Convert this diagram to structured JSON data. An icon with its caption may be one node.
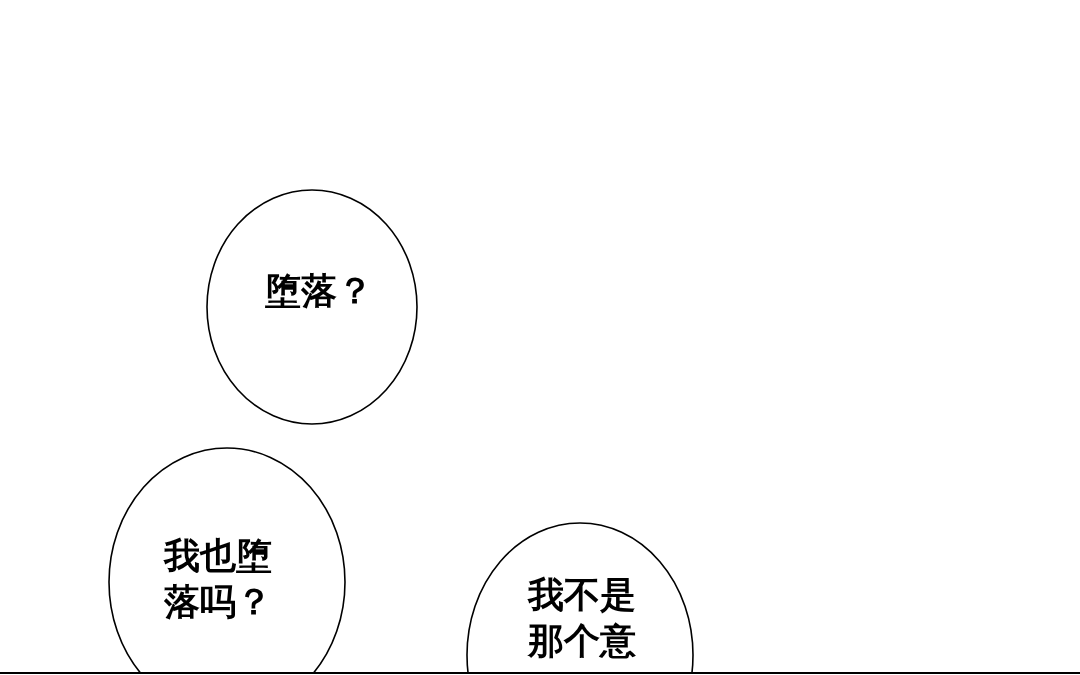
{
  "diagram": {
    "nodes": [
      {
        "text": [
          "堕落？"
        ]
      },
      {
        "text": [
          "我也堕落吗？"
        ]
      },
      {
        "text": [
          "我不是那个意"
        ]
      }
    ]
  }
}
